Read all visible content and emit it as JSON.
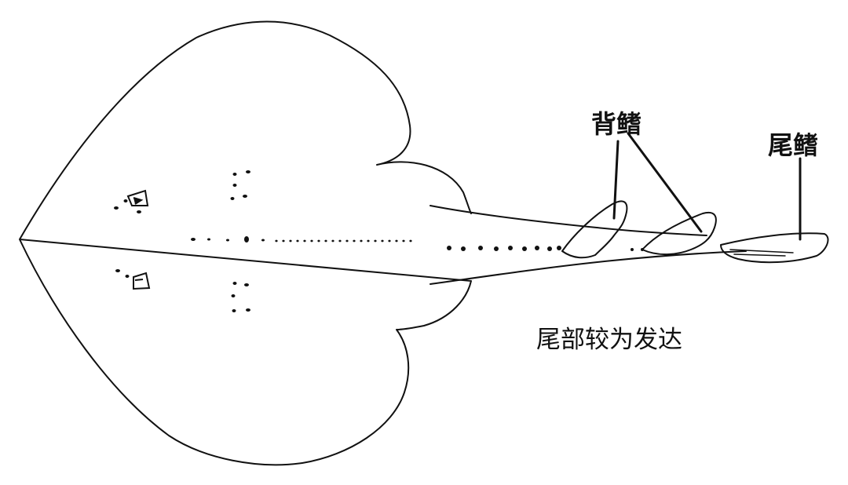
{
  "labels": {
    "dorsal_fin": "背鳍",
    "caudal_fin": "尾鳍",
    "tail_note": "尾部较为发达"
  },
  "colors": {
    "outline": "#111111",
    "background": "#ffffff"
  },
  "illustration": "skate-dorsal-view"
}
